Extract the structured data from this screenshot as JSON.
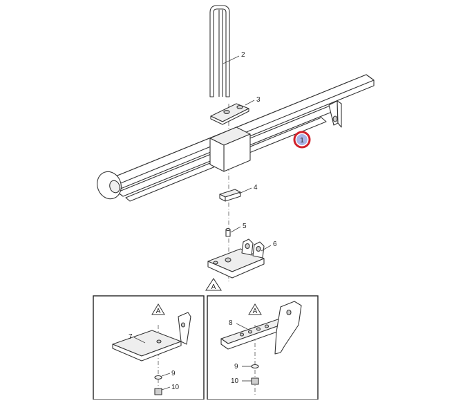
{
  "callouts": {
    "p1": "1",
    "p2": "2",
    "p3": "3",
    "p4": "4",
    "p5": "5",
    "p6": "6",
    "p7": "7",
    "p8": "8",
    "p9a": "9",
    "p10a": "10",
    "p9b": "9",
    "p10b": "10"
  },
  "view_marks": {
    "main": "A",
    "left_detail": "A",
    "right_detail": "A"
  },
  "colors": {
    "highlight_ring": "#d0202a",
    "highlight_fill": "#a9b4e6"
  }
}
